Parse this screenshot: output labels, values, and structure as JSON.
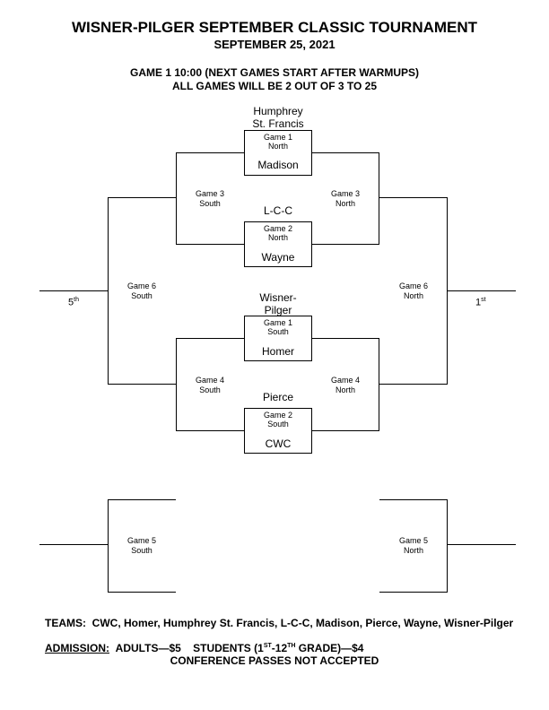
{
  "header": {
    "title": "WISNER-PILGER SEPTEMBER CLASSIC TOURNAMENT",
    "date": "SEPTEMBER 25, 2021",
    "game_note": "GAME 1 10:00 (NEXT GAMES START AFTER WARMUPS)",
    "format_note": "ALL GAMES WILL BE 2 OUT OF 3 TO 25"
  },
  "bracket": {
    "matchup1": {
      "top_team_line1": "Humphrey",
      "top_team_line2": "St. Francis",
      "game": "Game 1",
      "court": "North",
      "bottom_team": "Madison"
    },
    "matchup2": {
      "top_team": "L-C-C",
      "game": "Game 2",
      "court": "North",
      "bottom_team": "Wayne"
    },
    "matchup3": {
      "top_team_line1": "Wisner-",
      "top_team_line2": "Pilger",
      "game": "Game 1",
      "court": "South",
      "bottom_team": "Homer"
    },
    "matchup4": {
      "top_team": "Pierce",
      "game": "Game 2",
      "court": "South",
      "bottom_team": "CWC"
    },
    "g3_left": {
      "game": "Game 3",
      "court": "South"
    },
    "g3_right": {
      "game": "Game 3",
      "court": "North"
    },
    "g4_left": {
      "game": "Game 4",
      "court": "South"
    },
    "g4_right": {
      "game": "Game 4",
      "court": "North"
    },
    "g6_left": {
      "game": "Game 6",
      "court": "South"
    },
    "g6_right": {
      "game": "Game 6",
      "court": "North"
    },
    "g5_left": {
      "game": "Game 5",
      "court": "South"
    },
    "g5_right": {
      "game": "Game 5",
      "court": "North"
    },
    "place_left": {
      "num": "5",
      "suffix": "th"
    },
    "place_right": {
      "num": "1",
      "suffix": "st"
    }
  },
  "footer": {
    "teams_label": "TEAMS:",
    "teams_list": "CWC, Homer, Humphrey St. Francis, L-C-C, Madison, Pierce, Wayne, Wisner-Pilger",
    "admission_label": "ADMISSION:",
    "adults": "ADULTS—$5",
    "students_pre": "STUDENTS (1",
    "students_sup1": "ST",
    "students_mid": "-12",
    "students_sup2": "TH",
    "students_post": " GRADE)—$4",
    "conference": "CONFERENCE PASSES NOT ACCEPTED"
  }
}
